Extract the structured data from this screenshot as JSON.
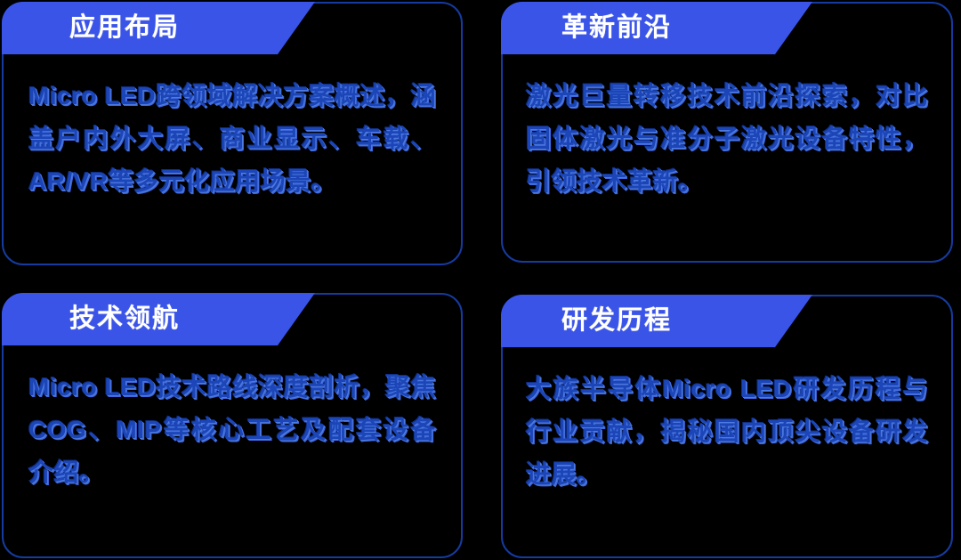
{
  "theme": {
    "background": "#000000",
    "banner_blue": "#3A54E8",
    "border_blue": "#153BA0",
    "body_text_blue": "#1C46B8",
    "title_white": "#FFFFFF"
  },
  "cards": [
    {
      "id": "application-layout",
      "title": "应用布局",
      "body": "Micro LED跨领域解决方案概述，涵盖户内外大屏、商业显示、车载、AR/VR等多元化应用场景。"
    },
    {
      "id": "innovation-frontier",
      "title": "革新前沿",
      "body": "激光巨量转移技术前沿探索，对比固体激光与准分子激光设备特性，引领技术革新。"
    },
    {
      "id": "technology-navigation",
      "title": "技术领航",
      "body": "Micro LED技术路线深度剖析，聚焦COG、MIP等核心工艺及配套设备介绍。"
    },
    {
      "id": "rnd-history",
      "title": "研发历程",
      "body": "大族半导体Micro LED研发历程与行业贡献，揭秘国内顶尖设备研发进展。"
    }
  ]
}
